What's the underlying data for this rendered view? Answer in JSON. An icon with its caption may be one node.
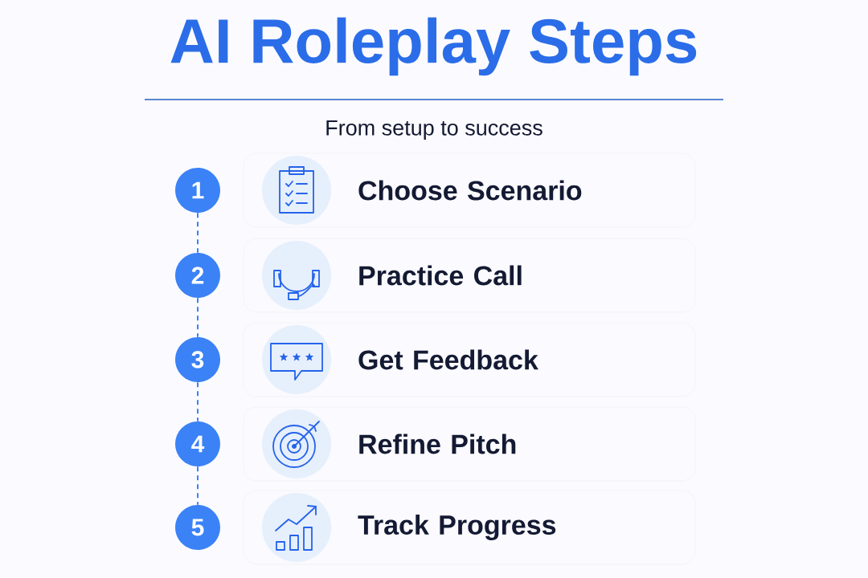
{
  "diagram": {
    "title": "AI Roleplay Steps",
    "caption": "From setup to success",
    "nodes": [
      {
        "text": [
          "1"
        ]
      },
      {
        "text": [
          "Choose Scenario"
        ]
      },
      {
        "text": [
          "2"
        ]
      },
      {
        "text": [
          "Practice Call"
        ]
      },
      {
        "text": [
          "3"
        ]
      },
      {
        "text": [
          "Get Feedback"
        ]
      },
      {
        "text": [
          "4"
        ]
      },
      {
        "text": [
          "Refine Pitch"
        ]
      },
      {
        "text": [
          "5"
        ]
      },
      {
        "text": [
          "Track Progress"
        ]
      }
    ],
    "edges": [
      {
        "from": 0,
        "to": 2,
        "arrow": "none",
        "style": "dashed"
      },
      {
        "from": 2,
        "to": 4,
        "arrow": "none",
        "style": "dashed"
      },
      {
        "from": 4,
        "to": 6,
        "arrow": "none",
        "style": "dashed"
      },
      {
        "from": 6,
        "to": 8,
        "arrow": "none",
        "style": "dashed"
      }
    ]
  }
}
